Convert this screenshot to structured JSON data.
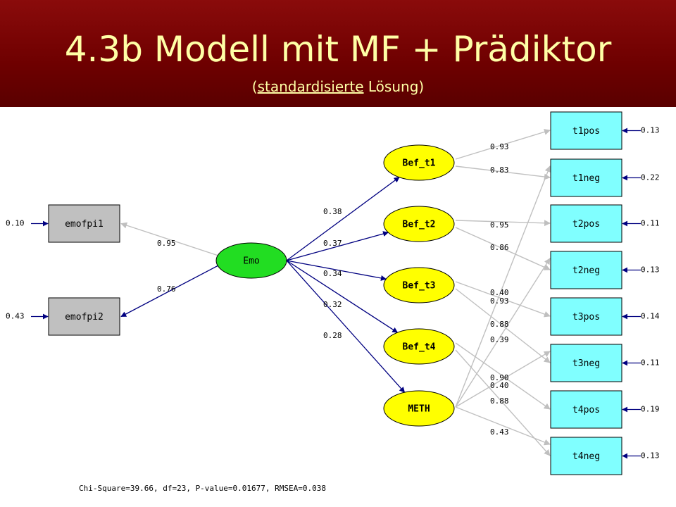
{
  "slide": {
    "title": "4.3b Modell mit MF + Prädiktor",
    "subtitle_open": "(",
    "subtitle_link": "standardisierte",
    "subtitle_rest": " Lösung)"
  },
  "colors": {
    "header_bg": "#7a0000",
    "title_text": "#ffffa6",
    "emo_fill": "#22dd22",
    "latent_fill": "#ffff00",
    "indicator_fill": "#80ffff",
    "predictor_box_fill": "#c0c0c0",
    "arrow_dark": "#000080",
    "arrow_light": "#c0c0c0"
  },
  "diagram": {
    "predictor_indicators": [
      {
        "name": "emofpi1",
        "error": "0.10",
        "loading": "0.95"
      },
      {
        "name": "emofpi2",
        "error": "0.43",
        "loading": "0.76"
      }
    ],
    "predictor": {
      "name": "Emo"
    },
    "factors": [
      {
        "name": "Bef_t1",
        "path": "0.38"
      },
      {
        "name": "Bef_t2",
        "path": "0.37"
      },
      {
        "name": "Bef_t3",
        "path": "0.34"
      },
      {
        "name": "Bef_t4",
        "path": "0.32"
      },
      {
        "name": "METH",
        "path": "0.28"
      }
    ],
    "indicators": [
      {
        "name": "t1pos",
        "error": "0.13"
      },
      {
        "name": "t1neg",
        "error": "0.22"
      },
      {
        "name": "t2pos",
        "error": "0.11"
      },
      {
        "name": "t2neg",
        "error": "0.13"
      },
      {
        "name": "t3pos",
        "error": "0.14"
      },
      {
        "name": "t3neg",
        "error": "0.11"
      },
      {
        "name": "t4pos",
        "error": "0.19"
      },
      {
        "name": "t4neg",
        "error": "0.13"
      }
    ],
    "loadings": [
      {
        "from": "Bef_t1",
        "to": "t1pos",
        "value": "0.93"
      },
      {
        "from": "Bef_t1",
        "to": "t1neg",
        "value": "0.83"
      },
      {
        "from": "Bef_t2",
        "to": "t2pos",
        "value": "0.95"
      },
      {
        "from": "Bef_t2",
        "to": "t2neg",
        "value": "0.86"
      },
      {
        "from": "Bef_t3",
        "to": "t3pos",
        "value": "0.93"
      },
      {
        "from": "Bef_t3",
        "to": "t3neg",
        "value": "0.88"
      },
      {
        "from": "Bef_t4",
        "to": "t4pos",
        "value": "0.90"
      },
      {
        "from": "Bef_t4",
        "to": "t4neg",
        "value": "0.88"
      },
      {
        "from": "METH",
        "to": "t1neg",
        "value": "0.40"
      },
      {
        "from": "METH",
        "to": "t2neg",
        "value": "0.39"
      },
      {
        "from": "METH",
        "to": "t3neg",
        "value": "0.40"
      },
      {
        "from": "METH",
        "to": "t4neg",
        "value": "0.43"
      }
    ],
    "fit_stats": "Chi-Square=39.66, df=23, P-value=0.01677, RMSEA=0.038"
  }
}
